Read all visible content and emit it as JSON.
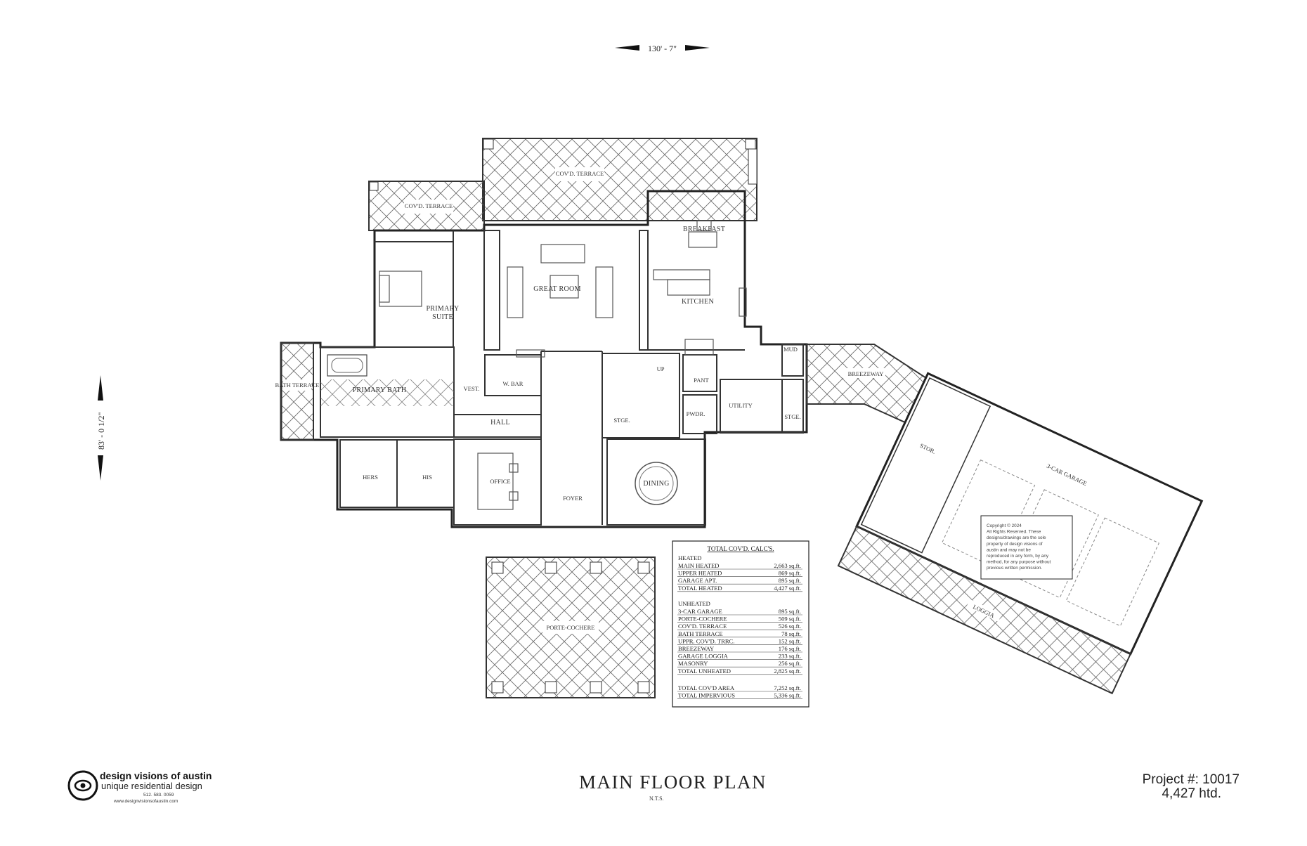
{
  "dimensions": {
    "width_label": "130' - 7\"",
    "depth_label": "83' - 0 1/2\""
  },
  "rooms": {
    "covd_terrace_main": "COV'D. TERRACE",
    "covd_terrace_left": "COV'D. TERRACE",
    "breakfast": "BREAKFAST",
    "great_room": "GREAT ROOM",
    "kitchen": "KITCHEN",
    "primary_suite_1": "PRIMARY",
    "primary_suite_2": "SUITE",
    "primary_bath": "PRIMARY BATH",
    "bath_terrace": "BATH TERRACE",
    "vest": "VEST.",
    "w_bar": "W. BAR",
    "up": "UP",
    "mud": "MUD",
    "pant": "PANT",
    "utility": "UTILITY",
    "stge_right": "STGE.",
    "pwdr": "PWDR.",
    "stge": "STGE.",
    "hall": "HALL",
    "hers": "HERS",
    "his": "HIS",
    "office": "OFFICE",
    "foyer": "FOYER",
    "dining": "DINING",
    "breezeway": "BREEZEWAY",
    "garage": "3-CAR GARAGE",
    "stor": "STOR.",
    "loggia": "LOGGIA",
    "porte_cochere": "PORTE-COCHERE"
  },
  "calc_table": {
    "title": "TOTAL COV'D. CALC'S.",
    "heated_header": "HEATED",
    "heated": [
      {
        "label": "MAIN HEATED",
        "value": "2,663 sq.ft."
      },
      {
        "label": "UPPER HEATED",
        "value": "869 sq.ft."
      },
      {
        "label": "GARAGE APT.",
        "value": "895 sq.ft."
      },
      {
        "label": "TOTAL HEATED",
        "value": "4,427 sq.ft."
      }
    ],
    "unheated_header": "UNHEATED",
    "unheated": [
      {
        "label": "3-CAR GARAGE",
        "value": "895 sq.ft."
      },
      {
        "label": "PORTE-COCHERE",
        "value": "509 sq.ft."
      },
      {
        "label": "COV'D. TERRACE",
        "value": "526 sq.ft."
      },
      {
        "label": "BATH TERRACE",
        "value": "78 sq.ft."
      },
      {
        "label": "UPPR. COV'D. TRRC.",
        "value": "152 sq.ft."
      },
      {
        "label": "BREEZEWAY",
        "value": "176 sq.ft."
      },
      {
        "label": "GARAGE LOGGIA",
        "value": "233 sq.ft."
      },
      {
        "label": "MASONRY",
        "value": "256 sq.ft."
      },
      {
        "label": "TOTAL UNHEATED",
        "value": "2,825 sq.ft."
      }
    ],
    "totals": [
      {
        "label": "TOTAL COV'D AREA",
        "value": "7,252 sq.ft."
      },
      {
        "label": "TOTAL IMPERVIOUS",
        "value": "5,336 sq.ft."
      }
    ]
  },
  "copyright": [
    "Copyright © 2024",
    "All Rights Reserved. These",
    "designs/drawings are the sole",
    "property of design visions of",
    "austin and may not be",
    "reproduced in any form, by any",
    "method, for any purpose without",
    "previous written permission."
  ],
  "title_block": {
    "title": "MAIN FLOOR PLAN",
    "subtitle": "N.T.S.",
    "company": "design visions of austin",
    "tagline": "unique residential design",
    "phone": "512. 583. 0059",
    "website": "www.designvisionsofaustin.com",
    "project": "Project #: 10017",
    "heated": "4,427 htd."
  }
}
